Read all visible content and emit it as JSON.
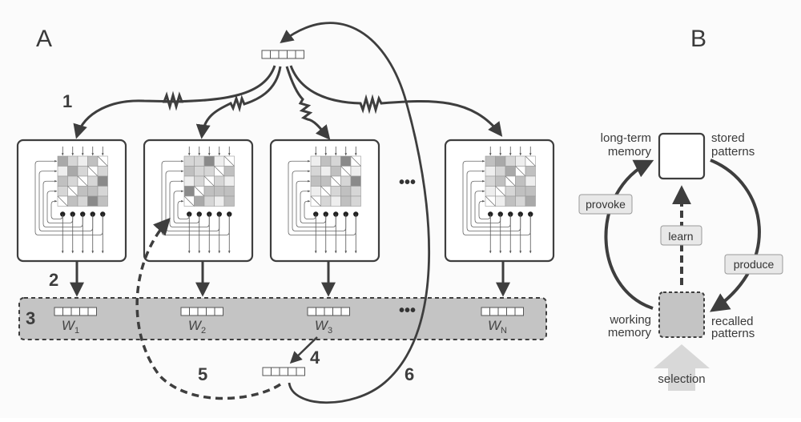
{
  "panels": {
    "A": {
      "label": "A",
      "steps": [
        "1",
        "2",
        "3",
        "4",
        "5",
        "6"
      ],
      "ellipsis": "•••",
      "modules": [
        {
          "id": "module-1",
          "word": "W",
          "subscript": "1",
          "matrix": [
            [
              3,
              1,
              0,
              2,
              "d"
            ],
            [
              0,
              3,
              1,
              "d",
              1
            ],
            [
              2,
              1,
              "d",
              1,
              4
            ],
            [
              1,
              "d",
              2,
              2,
              1
            ],
            [
              "d",
              2,
              1,
              4,
              2
            ]
          ]
        },
        {
          "id": "module-2",
          "word": "W",
          "subscript": "2",
          "matrix": [
            [
              1,
              1,
              4,
              0,
              "d"
            ],
            [
              2,
              1,
              1,
              "d",
              2
            ],
            [
              0,
              1,
              "d",
              1,
              0
            ],
            [
              4,
              "d",
              2,
              2,
              2
            ],
            [
              "d",
              3,
              1,
              0,
              2
            ]
          ]
        },
        {
          "id": "module-3",
          "word": "W",
          "subscript": "3",
          "matrix": [
            [
              0,
              2,
              1,
              4,
              "d"
            ],
            [
              1,
              0,
              2,
              "d",
              0
            ],
            [
              2,
              2,
              "d",
              1,
              4
            ],
            [
              0,
              "d",
              1,
              2,
              1
            ],
            [
              "d",
              1,
              0,
              2,
              1
            ]
          ]
        },
        {
          "id": "module-n",
          "word": "W",
          "subscript": "N",
          "matrix": [
            [
              2,
              3,
              1,
              0,
              "d"
            ],
            [
              0,
              1,
              3,
              "d",
              2
            ],
            [
              1,
              2,
              "d",
              2,
              0
            ],
            [
              0,
              "d",
              1,
              2,
              2
            ],
            [
              "d",
              0,
              2,
              1,
              3
            ]
          ]
        }
      ]
    },
    "B": {
      "label": "B",
      "long_term_memory": [
        "long-term",
        "memory"
      ],
      "stored_patterns": [
        "stored",
        "patterns"
      ],
      "working_memory": [
        "working",
        "memory"
      ],
      "recalled_patterns": [
        "recalled",
        "patterns"
      ],
      "provoke": "provoke",
      "learn": "learn",
      "produce": "produce",
      "selection": "selection"
    }
  },
  "colors": {
    "ink": "#3e3e3e",
    "band": "#c4c4c4",
    "cell_shades": [
      "#eeeeee",
      "#d6d6d6",
      "#c0c0c0",
      "#a9a9a9",
      "#8a8a8a"
    ],
    "chip_fill": "#e8e8e8",
    "selection_arrow": "#d8d8d8"
  }
}
